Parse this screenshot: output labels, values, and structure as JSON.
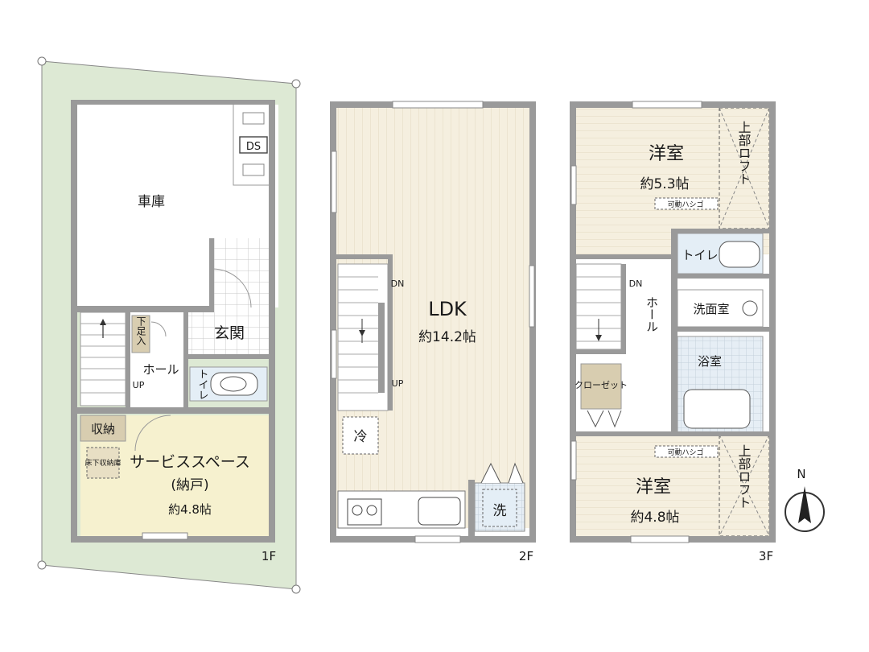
{
  "floor1": {
    "floor_label": "1F",
    "garage": "車庫",
    "ds": "DS",
    "entrance": "玄関",
    "hall": "ホール",
    "toilet": "トイレ",
    "shoe_storage": "下足入",
    "closet": "収納",
    "underfloor_storage": "床下収納庫",
    "service_space": "サービススペース",
    "storeroom": "(納戸)",
    "area": "約4.8帖",
    "stair_up": "UP"
  },
  "floor2": {
    "floor_label": "2F",
    "room": "LDK",
    "area": "約14.2帖",
    "fridge": "冷",
    "washer": "洗",
    "stair_down": "DN",
    "stair_up": "UP"
  },
  "floor3": {
    "floor_label": "3F",
    "room_north": "洋室",
    "room_north_area": "約5.3帖",
    "room_south": "洋室",
    "room_south_area": "約4.8帖",
    "loft": "上部ロフト",
    "ladder": "可動ハシゴ",
    "toilet": "トイレ",
    "washroom": "洗面室",
    "bathroom": "浴室",
    "hall": "ホール",
    "closet": "クローゼット",
    "stair_down": "DN"
  },
  "compass": {
    "north": "N"
  },
  "colors": {
    "wall": "#9a9a9a",
    "floor_wood": "#f4eede",
    "floor_line": "#e2d7c0",
    "lot": "#dde9d4",
    "service": "#f6f1cf",
    "wet": "#e4eef6",
    "tag": "#d8cdb0"
  }
}
